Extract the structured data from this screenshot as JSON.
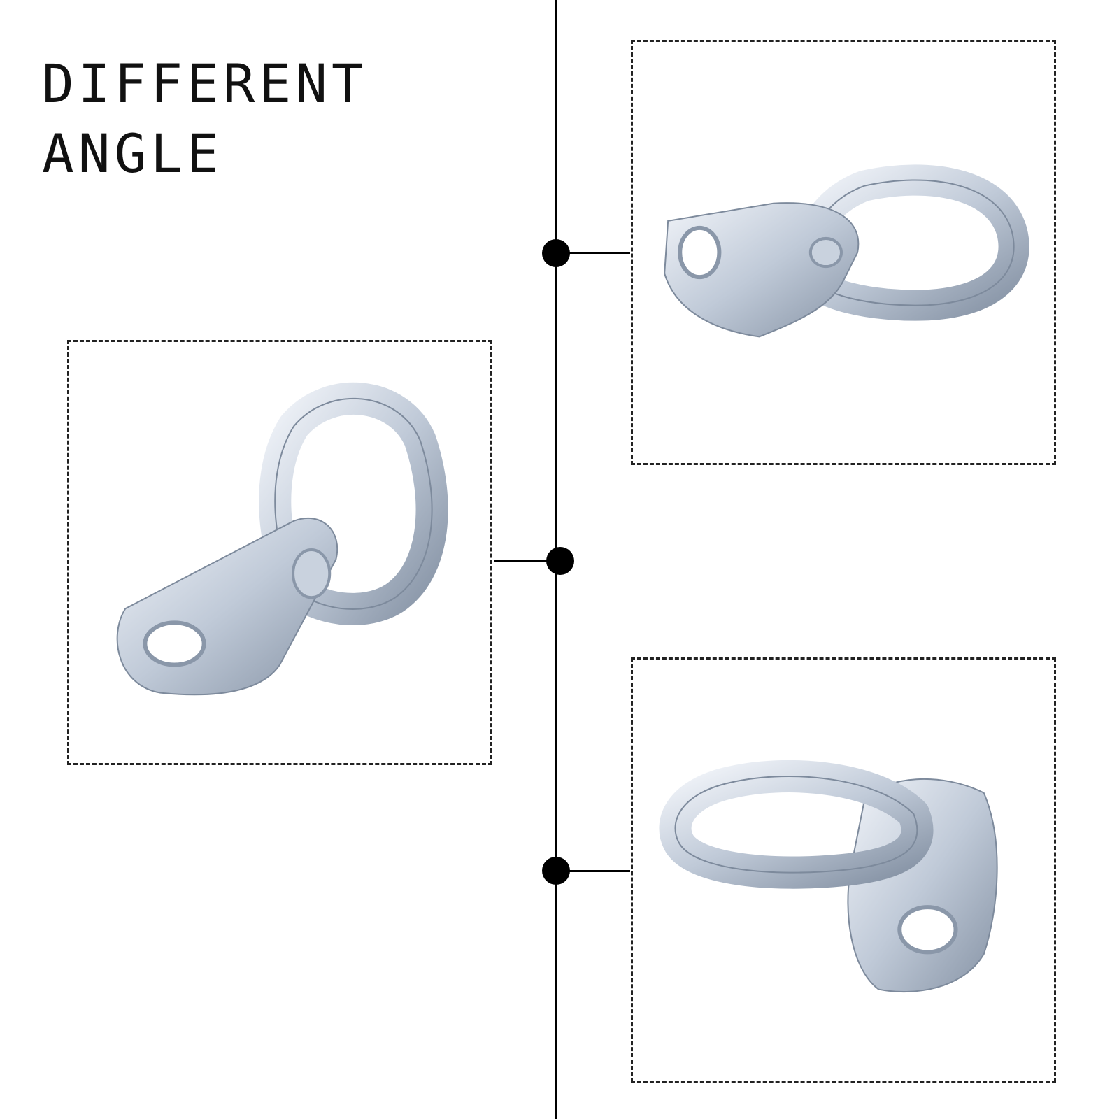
{
  "heading": {
    "line1": "DIFFERENT",
    "line2": "ANGLE"
  },
  "colors": {
    "line": "#000000",
    "metal_light": "#e9eef5",
    "metal_mid": "#b9c4d3",
    "metal_dark": "#7d8a9c"
  },
  "views": [
    {
      "name": "front-angle-view",
      "subject": "galvanized-steel-d-ring-tie-down-icon"
    },
    {
      "name": "side-angle-view",
      "subject": "galvanized-steel-d-ring-tie-down-icon"
    },
    {
      "name": "reverse-angle-view",
      "subject": "galvanized-steel-d-ring-tie-down-icon"
    }
  ]
}
